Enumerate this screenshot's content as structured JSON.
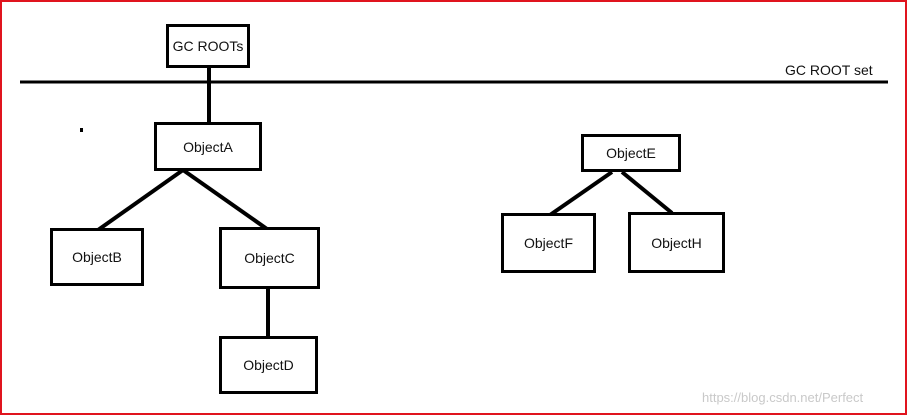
{
  "diagram": {
    "root_set_label": "GC ROOT set",
    "watermark": "https://blog.csdn.net/Perfect",
    "nodes": {
      "gc_roots": "GC ROOTs",
      "object_a": "ObjectA",
      "object_b": "ObjectB",
      "object_c": "ObjectC",
      "object_d": "ObjectD",
      "object_e": "ObjectE",
      "object_f": "ObjectF",
      "object_h": "ObjectH"
    },
    "edges": [
      [
        "GC ROOTs",
        "ObjectA"
      ],
      [
        "ObjectA",
        "ObjectB"
      ],
      [
        "ObjectA",
        "ObjectC"
      ],
      [
        "ObjectC",
        "ObjectD"
      ],
      [
        "ObjectE",
        "ObjectF"
      ],
      [
        "ObjectE",
        "ObjectH"
      ]
    ],
    "colors": {
      "frame": "#e0141e",
      "stroke": "#000000",
      "watermark": "#c9c9c9"
    }
  }
}
